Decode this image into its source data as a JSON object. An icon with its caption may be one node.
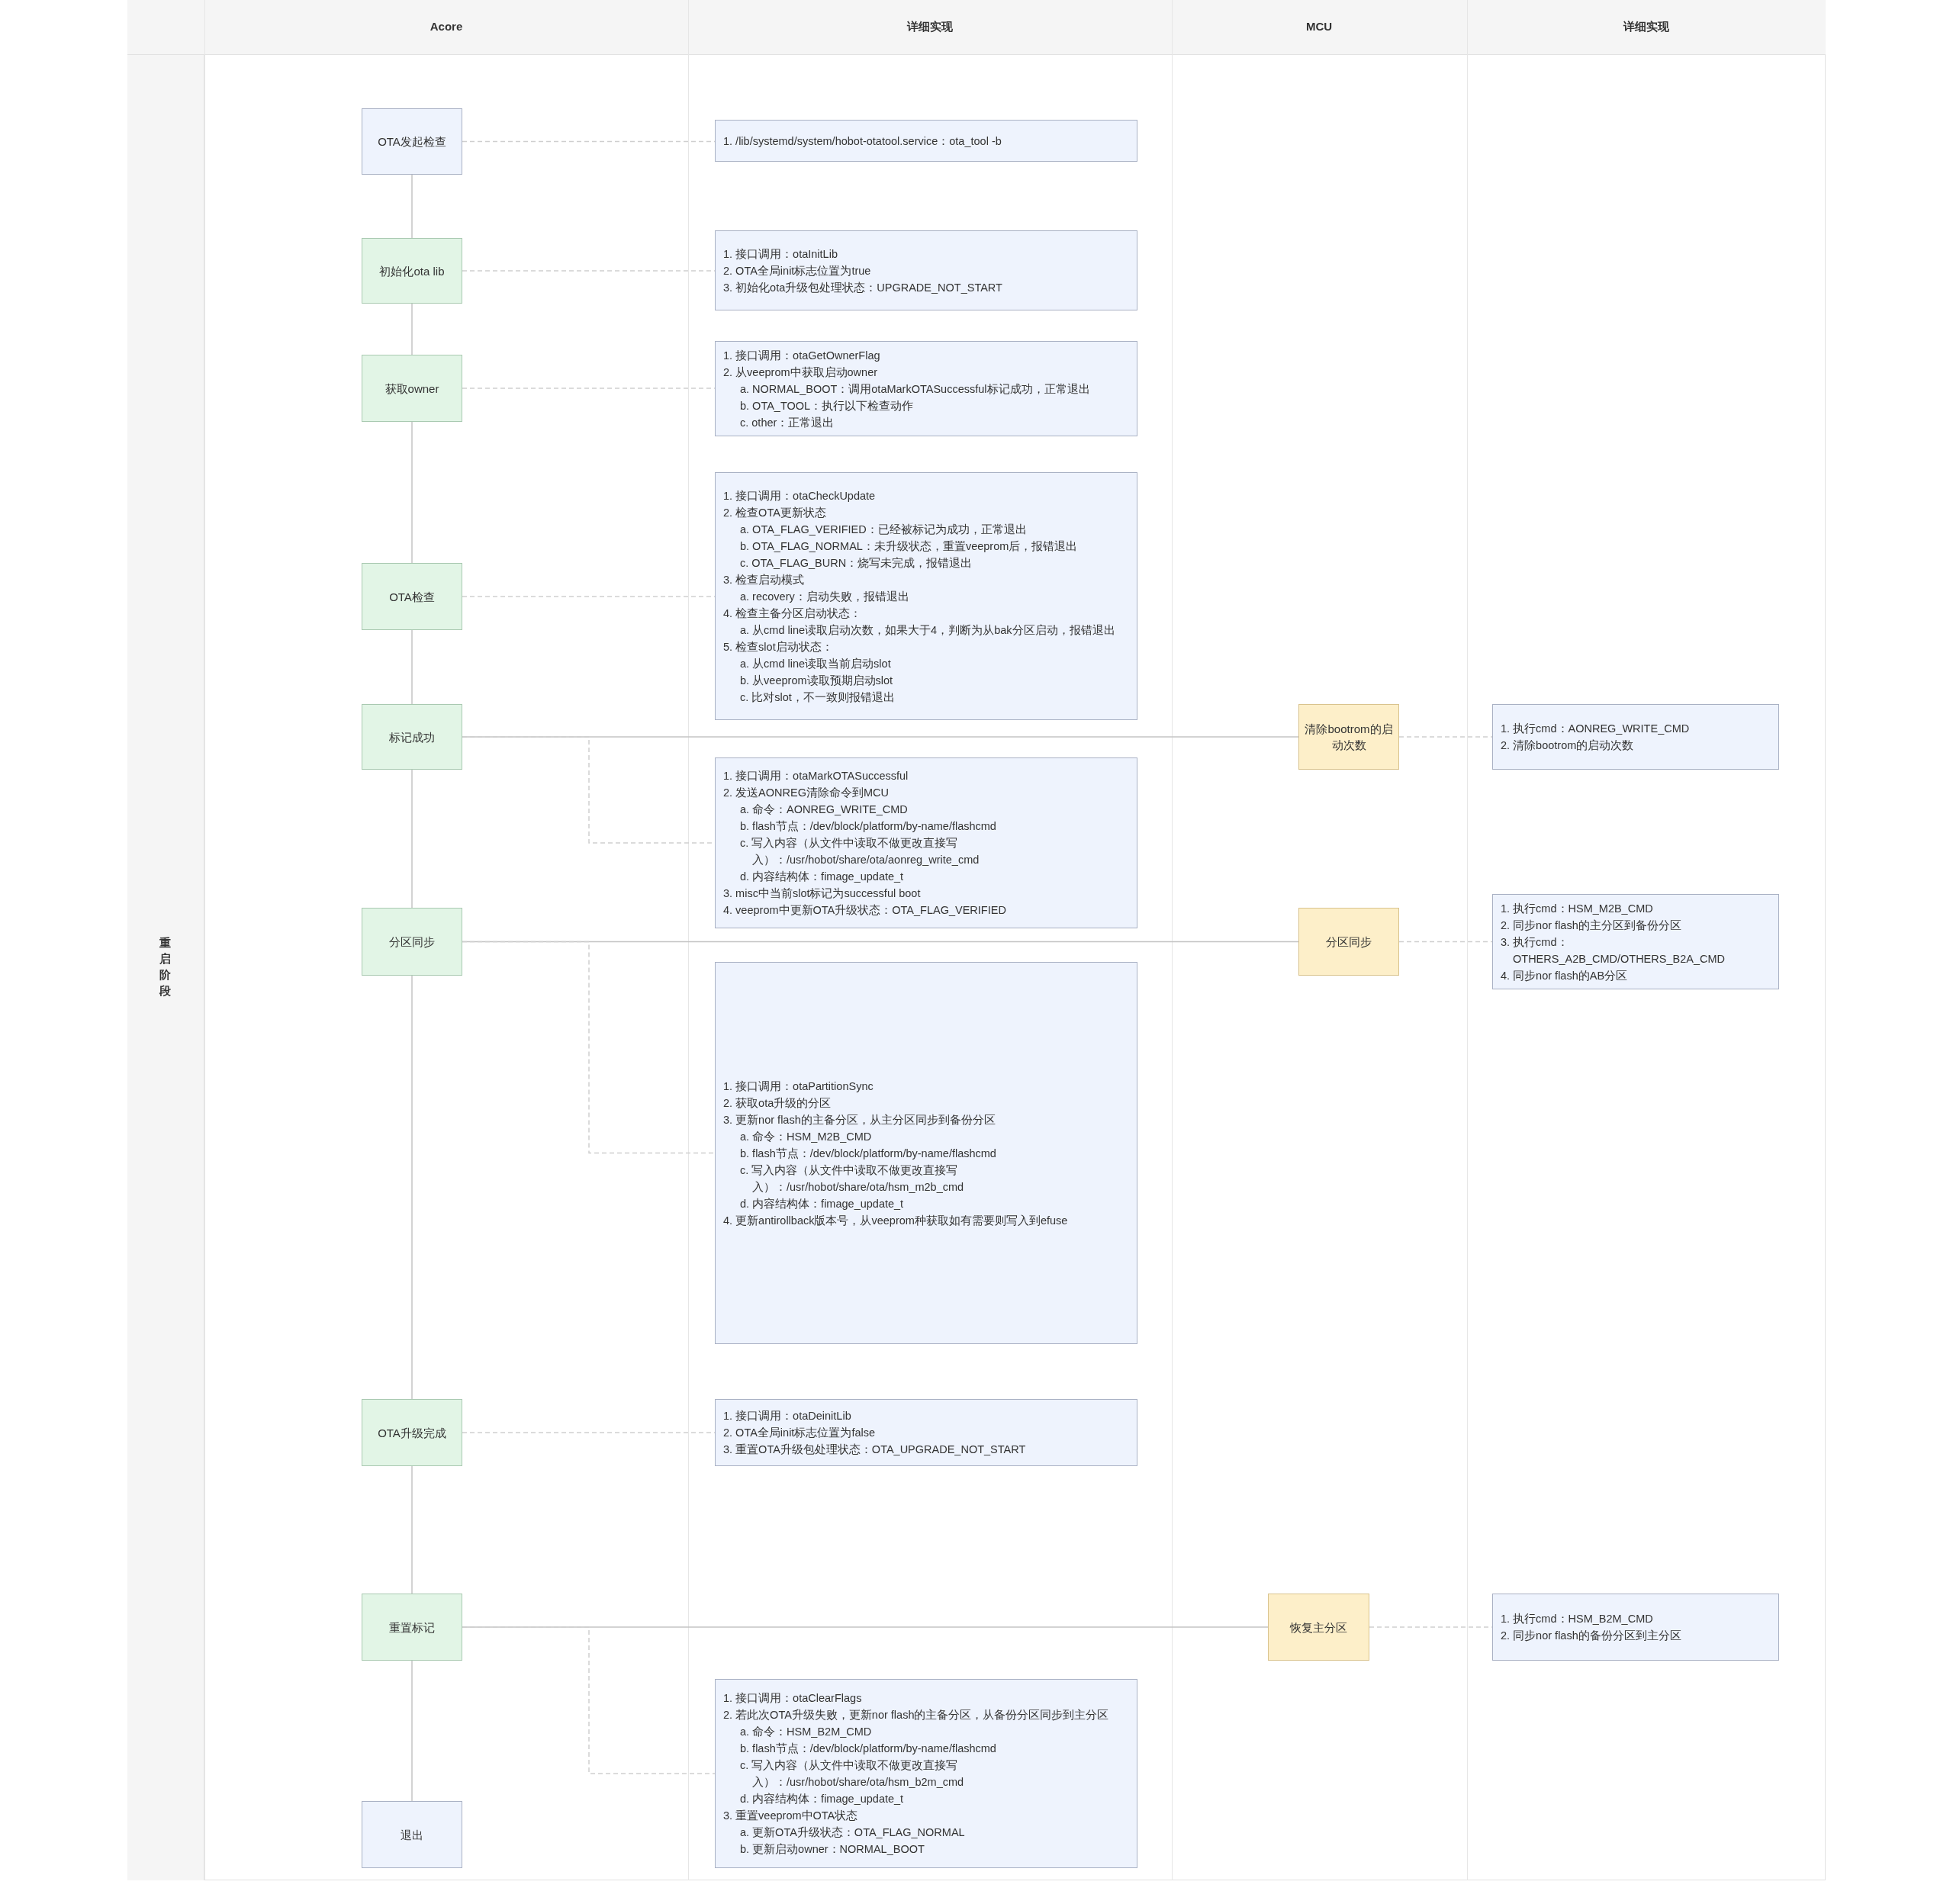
{
  "diagram": {
    "nodes": [
      {
        "text": [
          "OTA发起检查"
        ]
      },
      {
        "text": [
          "1. /lib/systemd/system/hobot-otatool.service：ota_tool -b"
        ]
      },
      {
        "text": [
          "初始化ota lib"
        ]
      },
      {
        "text": [
          "1. 接口调用：otaInitLib",
          "2. OTA全局init标志位置为true",
          "3. 初始化ota升级包处理状态：UPGRADE_NOT_START"
        ]
      },
      {
        "text": [
          "获取owner"
        ]
      },
      {
        "text": [
          "1. 接口调用：otaGetOwnerFlag",
          "2. 从veeprom中获取启动owner",
          "a. NORMAL_BOOT：调用otaMarkOTASuccessful标记成功，正常退出",
          "b. OTA_TOOL：执行以下检查动作",
          "c. other：正常退出"
        ]
      },
      {
        "text": [
          "OTA检查"
        ]
      },
      {
        "text": [
          "1. 接口调用：otaCheckUpdate",
          "2. 检查OTA更新状态",
          "a. OTA_FLAG_VERIFIED：已经被标记为成功，正常退出",
          "b. OTA_FLAG_NORMAL：未升级状态，重置veeprom后，报错退出",
          "c. OTA_FLAG_BURN：烧写未完成，报错退出",
          "3. 检查启动模式",
          "a. recovery：启动失败，报错退出",
          "4. 检查主备分区启动状态：",
          "a. 从cmd line读取启动次数，如果大于4，判断为从bak分区启动，报错退出",
          "5. 检查slot启动状态：",
          "a. 从cmd line读取当前启动slot",
          "b. 从veeprom读取预期启动slot",
          "c. 比对slot，不一致则报错退出"
        ]
      },
      {
        "text": [
          "标记成功"
        ]
      },
      {
        "text": [
          "清除bootrom的启动次数"
        ]
      },
      {
        "text": [
          "1. 执行cmd：AONREG_WRITE_CMD",
          "2. 清除bootrom的启动次数"
        ]
      },
      {
        "text": [
          "1. 接口调用：otaMarkOTASuccessful",
          "2. 发送AONREG清除命令到MCU",
          "a. 命令：AONREG_WRITE_CMD",
          "b. flash节点：/dev/block/platform/by-name/flashcmd",
          "c. 写入内容（从文件中读取不做更改直接写入）：/usr/hobot/share/ota/aonreg_write_cmd",
          "d. 内容结构体：fimage_update_t",
          "3. misc中当前slot标记为successful boot",
          "4. veeprom中更新OTA升级状态：OTA_FLAG_VERIFIED"
        ]
      },
      {
        "text": [
          "分区同步"
        ]
      },
      {
        "text": [
          "分区同步"
        ]
      },
      {
        "text": [
          "1. 执行cmd：HSM_M2B_CMD",
          "2. 同步nor flash的主分区到备份分区",
          "3. 执行cmd：OTHERS_A2B_CMD/OTHERS_B2A_CMD",
          "4. 同步nor flash的AB分区"
        ]
      },
      {
        "text": [
          "1. 接口调用：otaPartitionSync",
          "2. 获取ota升级的分区",
          "3. 更新nor flash的主备分区，从主分区同步到备份分区",
          "a. 命令：HSM_M2B_CMD",
          "b. flash节点：/dev/block/platform/by-name/flashcmd",
          "c. 写入内容（从文件中读取不做更改直接写入）：/usr/hobot/share/ota/hsm_m2b_cmd",
          "d. 内容结构体：fimage_update_t",
          "4. 更新antirollback版本号，从veeprom种获取如有需要则写入到efuse"
        ]
      },
      {
        "text": [
          "OTA升级完成"
        ]
      },
      {
        "text": [
          "1. 接口调用：otaDeinitLib",
          "2. OTA全局init标志位置为false",
          "3. 重置OTA升级包处理状态：OTA_UPGRADE_NOT_START"
        ]
      },
      {
        "text": [
          "重置标记"
        ]
      },
      {
        "text": [
          "恢复主分区"
        ]
      },
      {
        "text": [
          "1. 执行cmd：HSM_B2M_CMD",
          "2. 同步nor flash的备份分区到主分区"
        ]
      },
      {
        "text": [
          "1. 接口调用：otaClearFlags",
          "2. 若此次OTA升级失败，更新nor flash的主备分区，从备份分区同步到主分区",
          "a. 命令：HSM_B2M_CMD",
          "b. flash节点：/dev/block/platform/by-name/flashcmd",
          "c. 写入内容（从文件中读取不做更改直接写入）：/usr/hobot/share/ota/hsm_b2m_cmd",
          "d. 内容结构体：fimage_update_t",
          "3. 重置veeprom中OTA状态",
          "a. 更新OTA升级状态：OTA_FLAG_NORMAL",
          "b. 更新启动owner：NORMAL_BOOT"
        ]
      },
      {
        "text": [
          "退出"
        ]
      }
    ],
    "edges": [
      {
        "from": 0,
        "to": 2,
        "arrow": "none"
      },
      {
        "from": 2,
        "to": 4,
        "arrow": "none"
      },
      {
        "from": 4,
        "to": 6,
        "arrow": "none"
      },
      {
        "from": 6,
        "to": 8,
        "arrow": "none"
      },
      {
        "from": 8,
        "to": 12,
        "arrow": "none"
      },
      {
        "from": 12,
        "to": 16,
        "arrow": "none"
      },
      {
        "from": 16,
        "to": 18,
        "arrow": "none"
      },
      {
        "from": 18,
        "to": 22,
        "arrow": "none"
      },
      {
        "from": 0,
        "to": 1,
        "arrow": "none",
        "style": "dashed"
      },
      {
        "from": 2,
        "to": 3,
        "arrow": "none",
        "style": "dashed"
      },
      {
        "from": 4,
        "to": 5,
        "arrow": "none",
        "style": "dashed"
      },
      {
        "from": 6,
        "to": 7,
        "arrow": "none",
        "style": "dashed"
      },
      {
        "from": 8,
        "to": 9,
        "arrow": "none"
      },
      {
        "from": 9,
        "to": 10,
        "arrow": "none",
        "style": "dashed"
      },
      {
        "from": 8,
        "to": 11,
        "arrow": "none",
        "style": "dashed"
      },
      {
        "from": 12,
        "to": 13,
        "arrow": "none"
      },
      {
        "from": 13,
        "to": 14,
        "arrow": "none",
        "style": "dashed"
      },
      {
        "from": 12,
        "to": 15,
        "arrow": "none",
        "style": "dashed"
      },
      {
        "from": 16,
        "to": 17,
        "arrow": "none",
        "style": "dashed"
      },
      {
        "from": 18,
        "to": 19,
        "arrow": "none"
      },
      {
        "from": 19,
        "to": 20,
        "arrow": "none",
        "style": "dashed"
      },
      {
        "from": 18,
        "to": 21,
        "arrow": "none",
        "style": "dashed"
      }
    ],
    "labels": [
      "Acore",
      "详细实现",
      "MCU",
      "详细实现",
      "重启阶段"
    ]
  }
}
